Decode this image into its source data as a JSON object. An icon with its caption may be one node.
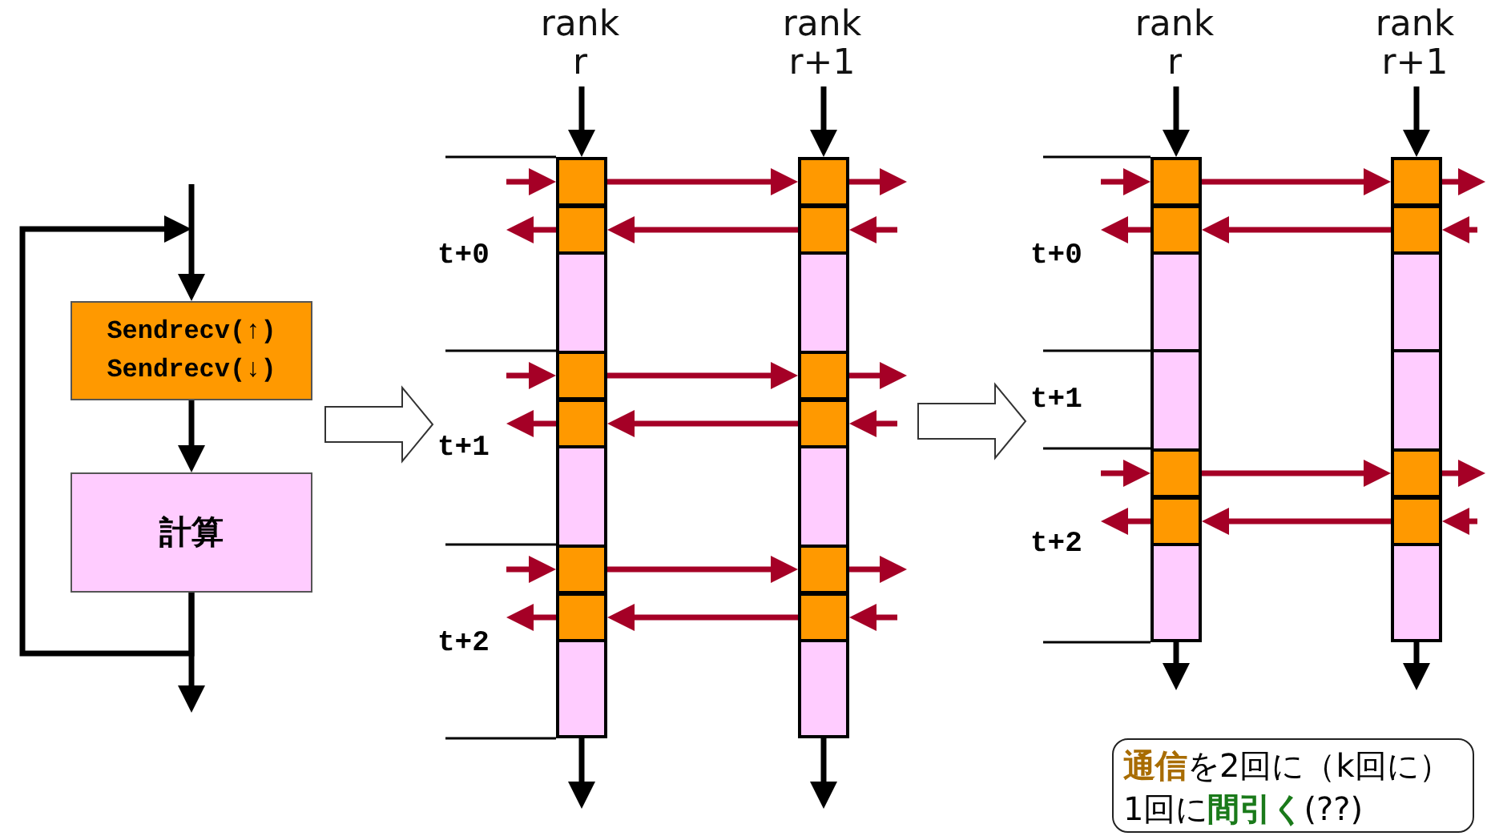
{
  "diagram": {
    "nodes": [
      {
        "text": [
          "Sendrecv(↑) Sendrecv(↓)"
        ]
      },
      {
        "text": [
          "計算"
        ]
      },
      {
        "text": [
          "rank r"
        ]
      },
      {
        "text": [
          "rank r+1"
        ]
      },
      {
        "text": [],
        "shape": "bar"
      },
      {
        "text": [],
        "shape": "box",
        "in": 4
      },
      {
        "text": [],
        "shape": "box",
        "in": 4
      },
      {
        "text": [],
        "shape": "box",
        "in": 4
      },
      {
        "text": [],
        "shape": "box",
        "in": 4
      },
      {
        "text": [],
        "shape": "box",
        "in": 4
      },
      {
        "text": [],
        "shape": "box",
        "in": 4
      },
      {
        "text": [],
        "shape": "bar"
      },
      {
        "text": [],
        "shape": "box",
        "in": 11
      },
      {
        "text": [],
        "shape": "box",
        "in": 11
      },
      {
        "text": [],
        "shape": "box",
        "in": 11
      },
      {
        "text": [],
        "shape": "box",
        "in": 11
      },
      {
        "text": [],
        "shape": "box",
        "in": 11
      },
      {
        "text": [],
        "shape": "box",
        "in": 11
      },
      {
        "text": [
          "rank r"
        ]
      },
      {
        "text": [
          "rank r+1"
        ]
      },
      {
        "text": [],
        "shape": "bar"
      },
      {
        "text": [],
        "shape": "box",
        "in": 20
      },
      {
        "text": [],
        "shape": "box",
        "in": 20
      },
      {
        "text": [],
        "shape": "box",
        "in": 20
      },
      {
        "text": [],
        "shape": "box",
        "in": 20
      },
      {
        "text": [],
        "shape": "bar"
      },
      {
        "text": [],
        "shape": "box",
        "in": 25
      },
      {
        "text": [],
        "shape": "box",
        "in": 25
      },
      {
        "text": [],
        "shape": "box",
        "in": 25
      },
      {
        "text": [],
        "shape": "box",
        "in": 25
      },
      {
        "text": [
          "**通信**を2回に（k回に）1回に**間引く**(??)"
        ]
      }
    ],
    "edges": [
      {
        "from": null,
        "to": 0,
        "arrow": "to",
        "color": "#000000"
      },
      {
        "from": 0,
        "to": 1,
        "arrow": "to",
        "color": "#000000"
      },
      {
        "from": 1,
        "to": 0,
        "arrow": "to",
        "color": "#000000"
      },
      {
        "from": 1,
        "to": null,
        "arrow": "to",
        "color": "#000000"
      },
      {
        "from": 2,
        "to": 4,
        "arrow": "to",
        "color": "#000000"
      },
      {
        "from": 3,
        "to": 11,
        "arrow": "to",
        "color": "#000000"
      },
      {
        "from": 4,
        "to": null,
        "arrow": "to",
        "color": "#000000"
      },
      {
        "from": 11,
        "to": null,
        "arrow": "to",
        "color": "#000000"
      },
      {
        "from": null,
        "to": 5,
        "arrow": "to"
      },
      {
        "from": 5,
        "to": 12,
        "arrow": "to"
      },
      {
        "from": 12,
        "to": null,
        "arrow": "to"
      },
      {
        "from": 6,
        "to": null,
        "arrow": "to"
      },
      {
        "from": 13,
        "to": 6,
        "arrow": "to"
      },
      {
        "from": null,
        "to": 13,
        "arrow": "to"
      },
      {
        "from": null,
        "to": 7,
        "arrow": "to"
      },
      {
        "from": 7,
        "to": 14,
        "arrow": "to"
      },
      {
        "from": 14,
        "to": null,
        "arrow": "to"
      },
      {
        "from": 8,
        "to": null,
        "arrow": "to"
      },
      {
        "from": 15,
        "to": 8,
        "arrow": "to"
      },
      {
        "from": null,
        "to": 15,
        "arrow": "to"
      },
      {
        "from": null,
        "to": 9,
        "arrow": "to"
      },
      {
        "from": 9,
        "to": 16,
        "arrow": "to"
      },
      {
        "from": 16,
        "to": null,
        "arrow": "to"
      },
      {
        "from": 10,
        "to": null,
        "arrow": "to"
      },
      {
        "from": 17,
        "to": 10,
        "arrow": "to"
      },
      {
        "from": null,
        "to": 17,
        "arrow": "to"
      },
      {
        "from": 18,
        "to": 20,
        "arrow": "to",
        "color": "#000000"
      },
      {
        "from": 19,
        "to": 25,
        "arrow": "to",
        "color": "#000000"
      },
      {
        "from": 20,
        "to": null,
        "arrow": "to",
        "color": "#000000"
      },
      {
        "from": 25,
        "to": null,
        "arrow": "to",
        "color": "#000000"
      },
      {
        "from": null,
        "to": 21,
        "arrow": "to"
      },
      {
        "from": 21,
        "to": 26,
        "arrow": "to"
      },
      {
        "from": 26,
        "to": null,
        "arrow": "to"
      },
      {
        "from": 22,
        "to": null,
        "arrow": "to"
      },
      {
        "from": 27,
        "to": 22,
        "arrow": "to"
      },
      {
        "from": null,
        "to": 27,
        "arrow": "to"
      },
      {
        "from": null,
        "to": 23,
        "arrow": "to"
      },
      {
        "from": 23,
        "to": 28,
        "arrow": "to"
      },
      {
        "from": 28,
        "to": null,
        "arrow": "to"
      },
      {
        "from": 24,
        "to": null,
        "arrow": "to"
      },
      {
        "from": 29,
        "to": 24,
        "arrow": "to"
      },
      {
        "from": null,
        "to": 29,
        "arrow": "to"
      }
    ],
    "labels": [
      "t+0",
      "t+1",
      "t+2",
      "t+0",
      "t+1",
      "t+2"
    ]
  }
}
